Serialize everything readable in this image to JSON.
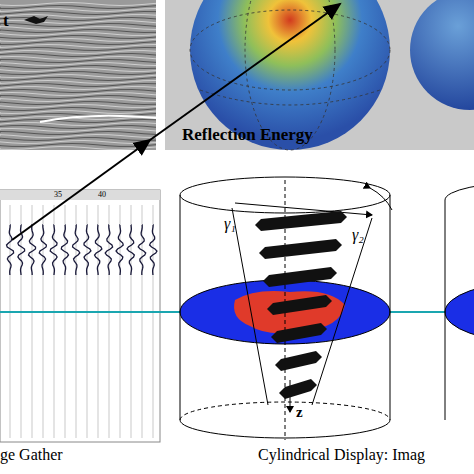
{
  "diagram": {
    "labels": [
      "t",
      "Reflection Energy",
      "35",
      "40",
      "γ₁",
      "γ₂",
      "z",
      "ge Gather",
      "Cylindrical Display: Imag"
    ]
  }
}
